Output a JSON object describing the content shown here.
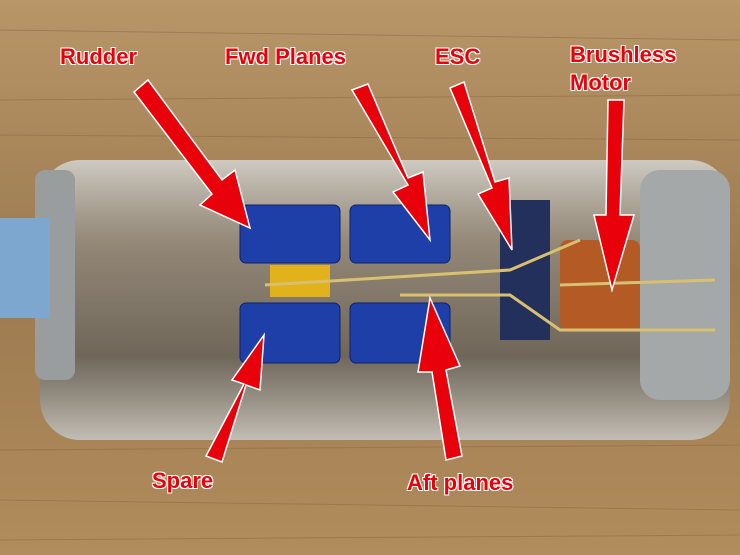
{
  "labels": {
    "rudder": "Rudder",
    "fwd_planes": "Fwd Planes",
    "esc": "ESC",
    "brushless_line1": "Brushless",
    "brushless_line2": "Motor",
    "spare": "Spare",
    "aft_planes": "Aft planes"
  },
  "colors": {
    "annotation": "#e8000a",
    "servo": "#1f3fa8",
    "wood": "#a88559"
  }
}
